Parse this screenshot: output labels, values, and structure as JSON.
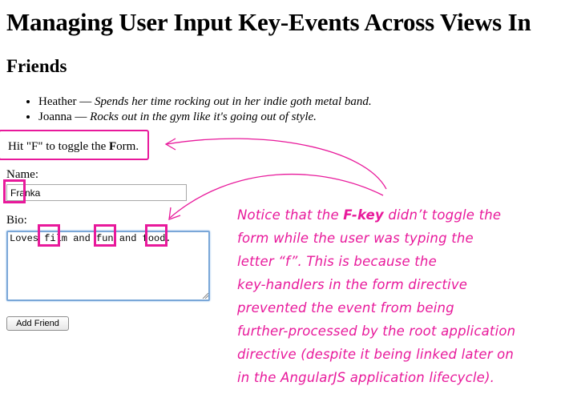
{
  "page": {
    "title": "Managing User Input Key-Events Across Views In",
    "section_heading": "Friends"
  },
  "friends": [
    {
      "name": "Heather",
      "dash": " — ",
      "description": "Spends her time rocking out in her indie goth metal band."
    },
    {
      "name": "Joanna",
      "dash": " — ",
      "description": "Rocks out in the gym like it's going out of style."
    }
  ],
  "hint": {
    "before": "Hit \"F\" to toggle the ",
    "key": "F",
    "after": "orm."
  },
  "form": {
    "name_label": "Name:",
    "name_value": "Franka",
    "bio_label": "Bio:",
    "bio_value": "Loves film and fun and food.",
    "submit_label": "Add Friend"
  },
  "annotation": {
    "lines": [
      {
        "before": "Notice that the ",
        "bold": "F-key",
        "after": " didn’t toggle the"
      },
      {
        "text": "form while the user was typing the"
      },
      {
        "text": "letter “f”. This is because the"
      },
      {
        "text": "key-handlers in the form directive"
      },
      {
        "text": "prevented the event from being"
      },
      {
        "text": "further-processed by the root application"
      },
      {
        "text": "directive (despite it being linked later on"
      },
      {
        "text": "in the AngularJS application lifecycle)."
      }
    ]
  },
  "colors": {
    "annotation": "#e8199b",
    "focus_border": "#7aa7d8"
  }
}
